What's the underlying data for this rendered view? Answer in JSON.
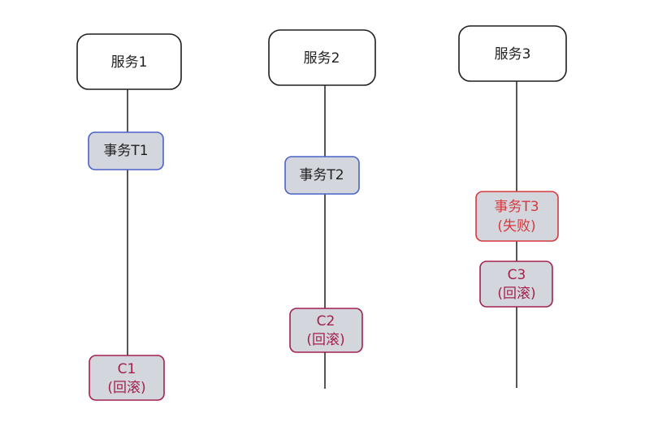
{
  "diagram": {
    "colors": {
      "background": "#ffffff",
      "line": "#1e1e1e",
      "service_border": "#1e1e1e",
      "service_fill": "#ffffff",
      "txn_border": "#4a62c9",
      "txn_fill": "#d3d6dc",
      "compensate_border": "#a3204e",
      "compensate_fill": "#d3d6dc",
      "failed_border": "#d6383f",
      "failed_fill": "#d3d6dc",
      "text_dark": "#1e1e1e",
      "text_comp": "#a3204e",
      "text_failed": "#d6383f"
    },
    "services": [
      {
        "label": "服务1",
        "transaction": {
          "line1": "事务T1",
          "line2": ""
        },
        "compensation": {
          "line1": "C1",
          "line2": "(回滚)"
        }
      },
      {
        "label": "服务2",
        "transaction": {
          "line1": "事务T2",
          "line2": ""
        },
        "compensation": {
          "line1": "C2",
          "line2": "(回滚)"
        }
      },
      {
        "label": "服务3",
        "transaction": {
          "line1": "事务T3",
          "line2": "(失败)"
        },
        "compensation": {
          "line1": "C3",
          "line2": "(回滚)"
        }
      }
    ]
  }
}
